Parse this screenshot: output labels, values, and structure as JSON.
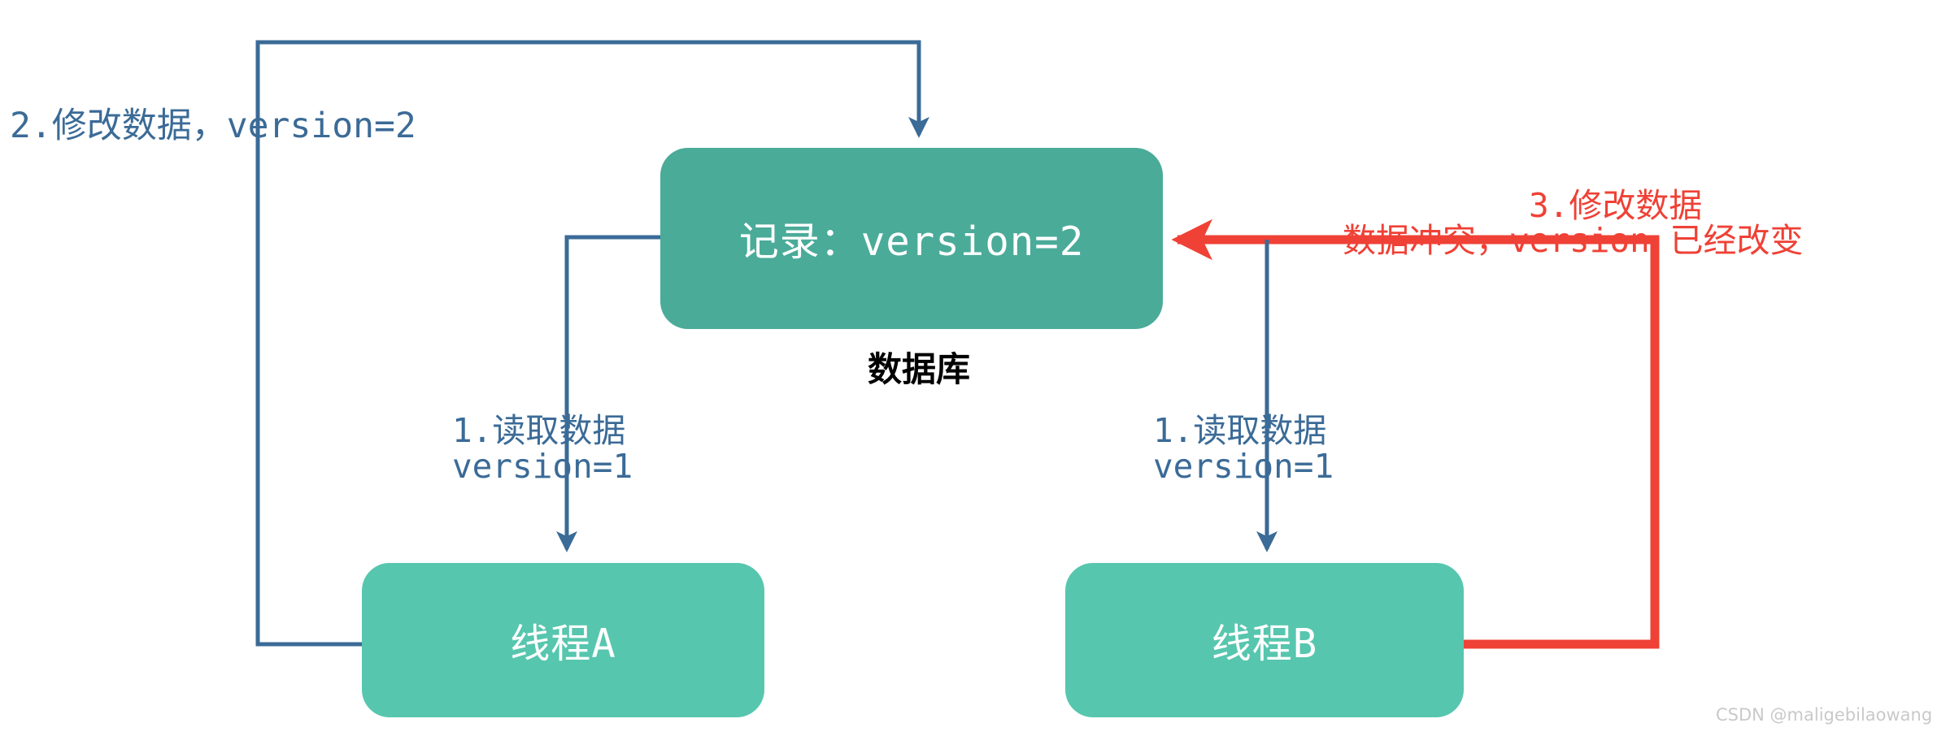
{
  "diagram": {
    "type": "optimistic-locking-version-conflict-flow",
    "background": "#ffffff",
    "colors": {
      "database_box": "#4aab99",
      "thread_box": "#57c6ae",
      "blue_edge": "#3b6b97",
      "red_edge": "#ef4136",
      "node_text": "#ffffff",
      "caption_text": "#000000",
      "watermark_text": "#c9c9c9"
    }
  },
  "nodes": {
    "database": {
      "label": "记录：version=2",
      "caption": "数据库"
    },
    "thread_a": {
      "label": "线程A"
    },
    "thread_b": {
      "label": "线程B"
    }
  },
  "labels": {
    "modify_step2": "2.修改数据，version=2",
    "read_a_line1": "1.读取数据",
    "read_a_line2": "version=1",
    "read_b_line1": "1.读取数据",
    "read_b_line2": "version=1",
    "modify_step3": "3.修改数据",
    "conflict": "数据冲突，version 已经改变"
  },
  "watermark": {
    "text": "CSDN @maligebilaowang"
  }
}
